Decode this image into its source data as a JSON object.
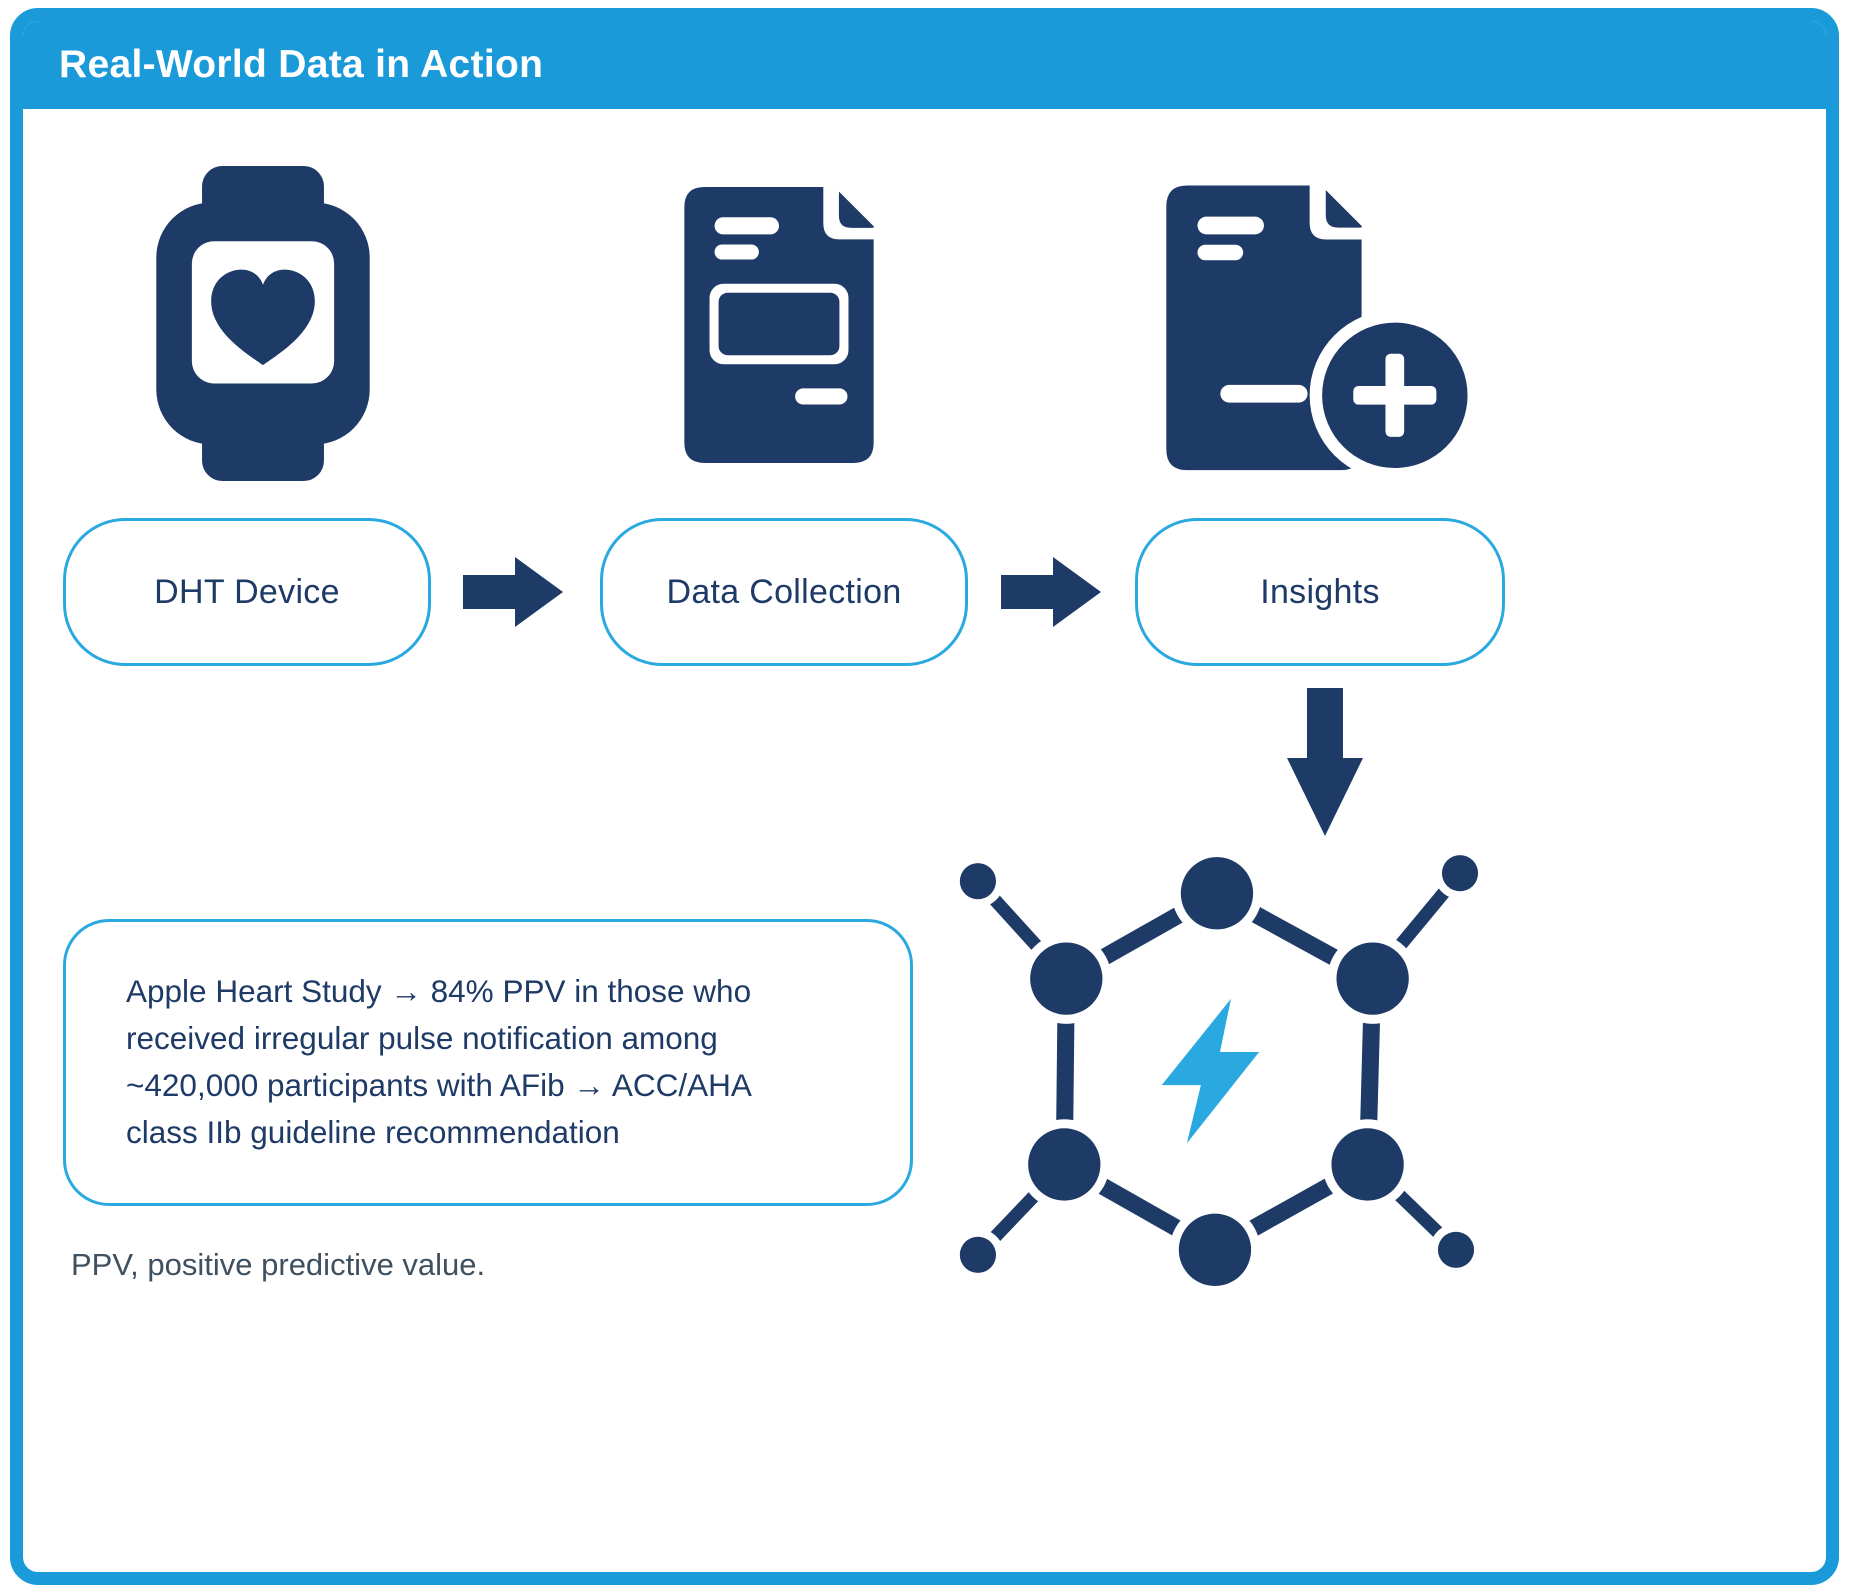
{
  "header": {
    "title": "Real-World Data in Action"
  },
  "flow": {
    "steps": [
      {
        "label": "DHT Device",
        "icon": "smartwatch-heart-icon"
      },
      {
        "label": "Data Collection",
        "icon": "document-icon"
      },
      {
        "label": "Insights",
        "icon": "document-plus-icon"
      }
    ]
  },
  "callout": {
    "text": "Apple Heart Study → 84% PPV in those who received irregular pulse notification among ~420,000 participants with AFib → ACC/AHA class IIb guideline recommendation"
  },
  "footnote": "PPV, positive predictive value.",
  "colors": {
    "header-bg": "#1a9ad8",
    "navy": "#1e3a66",
    "accent": "#2aa9e1",
    "text-muted": "#3f5060"
  }
}
